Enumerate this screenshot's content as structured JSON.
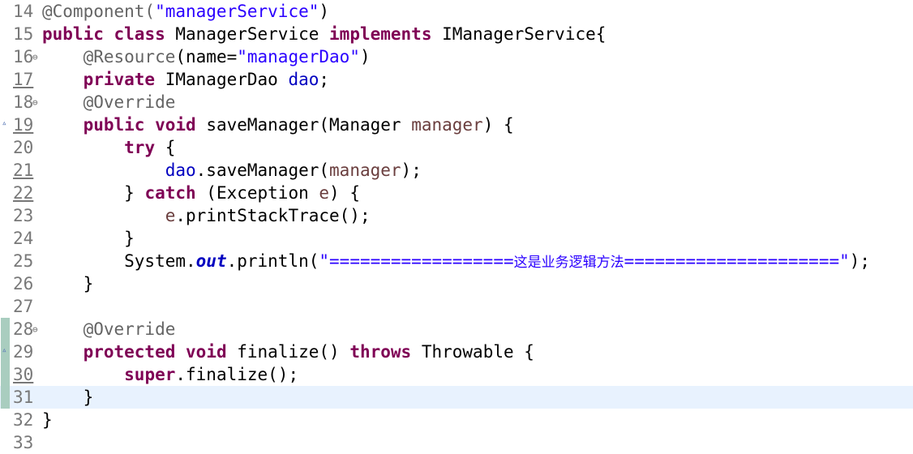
{
  "editor": {
    "lines": [
      {
        "num": "14",
        "current": false,
        "changed": false,
        "underline": false,
        "fold": "",
        "marker": "",
        "tokens": [
          {
            "t": "@Component(",
            "c": "ann"
          },
          {
            "t": "\"managerService\"",
            "c": "str"
          },
          {
            "t": ")",
            "c": ""
          }
        ]
      },
      {
        "num": "15",
        "current": false,
        "changed": false,
        "underline": false,
        "fold": "",
        "marker": "",
        "tokens": [
          {
            "t": "public",
            "c": "kw"
          },
          {
            "t": " ",
            "c": ""
          },
          {
            "t": "class",
            "c": "kw"
          },
          {
            "t": " ManagerService ",
            "c": ""
          },
          {
            "t": "implements",
            "c": "kw"
          },
          {
            "t": " IManagerService{",
            "c": ""
          }
        ]
      },
      {
        "num": "16",
        "current": false,
        "changed": false,
        "underline": false,
        "fold": "⊖",
        "marker": "",
        "tokens": [
          {
            "t": "    ",
            "c": ""
          },
          {
            "t": "@Resource",
            "c": "ann"
          },
          {
            "t": "(name=",
            "c": ""
          },
          {
            "t": "\"managerDao\"",
            "c": "str"
          },
          {
            "t": ")",
            "c": ""
          }
        ]
      },
      {
        "num": "17",
        "current": false,
        "changed": false,
        "underline": true,
        "fold": "",
        "marker": "",
        "tokens": [
          {
            "t": "    ",
            "c": ""
          },
          {
            "t": "private",
            "c": "kw"
          },
          {
            "t": " IManagerDao ",
            "c": ""
          },
          {
            "t": "dao",
            "c": "fld"
          },
          {
            "t": ";",
            "c": ""
          }
        ]
      },
      {
        "num": "18",
        "current": false,
        "changed": false,
        "underline": false,
        "fold": "⊖",
        "marker": "",
        "tokens": [
          {
            "t": "    ",
            "c": ""
          },
          {
            "t": "@Override",
            "c": "ann"
          }
        ]
      },
      {
        "num": "19",
        "current": false,
        "changed": false,
        "underline": true,
        "fold": "",
        "marker": "▵",
        "tokens": [
          {
            "t": "    ",
            "c": ""
          },
          {
            "t": "public",
            "c": "kw"
          },
          {
            "t": " ",
            "c": ""
          },
          {
            "t": "void",
            "c": "kw"
          },
          {
            "t": " saveManager(Manager ",
            "c": ""
          },
          {
            "t": "manager",
            "c": "param"
          },
          {
            "t": ") {",
            "c": ""
          }
        ]
      },
      {
        "num": "20",
        "current": false,
        "changed": false,
        "underline": false,
        "fold": "",
        "marker": "",
        "tokens": [
          {
            "t": "        ",
            "c": ""
          },
          {
            "t": "try",
            "c": "kw"
          },
          {
            "t": " {",
            "c": ""
          }
        ]
      },
      {
        "num": "21",
        "current": false,
        "changed": false,
        "underline": true,
        "fold": "",
        "marker": "",
        "tokens": [
          {
            "t": "            ",
            "c": ""
          },
          {
            "t": "dao",
            "c": "fld"
          },
          {
            "t": ".saveManager(",
            "c": ""
          },
          {
            "t": "manager",
            "c": "param"
          },
          {
            "t": ");",
            "c": ""
          }
        ]
      },
      {
        "num": "22",
        "current": false,
        "changed": false,
        "underline": true,
        "fold": "",
        "marker": "",
        "tokens": [
          {
            "t": "        } ",
            "c": ""
          },
          {
            "t": "catch",
            "c": "kw"
          },
          {
            "t": " (Exception ",
            "c": ""
          },
          {
            "t": "e",
            "c": "param"
          },
          {
            "t": ") {",
            "c": ""
          }
        ]
      },
      {
        "num": "23",
        "current": false,
        "changed": false,
        "underline": false,
        "fold": "",
        "marker": "",
        "tokens": [
          {
            "t": "            ",
            "c": ""
          },
          {
            "t": "e",
            "c": "param"
          },
          {
            "t": ".printStackTrace();",
            "c": ""
          }
        ]
      },
      {
        "num": "24",
        "current": false,
        "changed": false,
        "underline": false,
        "fold": "",
        "marker": "",
        "tokens": [
          {
            "t": "        }",
            "c": ""
          }
        ]
      },
      {
        "num": "25",
        "current": false,
        "changed": false,
        "underline": false,
        "fold": "",
        "marker": "",
        "tokens": [
          {
            "t": "        System.",
            "c": ""
          },
          {
            "t": "out",
            "c": "sfld"
          },
          {
            "t": ".println(",
            "c": ""
          },
          {
            "t": "\"==================",
            "c": "str"
          },
          {
            "t": "这是业务逻辑方法",
            "c": "str cjk"
          },
          {
            "t": "=====================\"",
            "c": "str"
          },
          {
            "t": ");",
            "c": ""
          }
        ]
      },
      {
        "num": "26",
        "current": false,
        "changed": false,
        "underline": false,
        "fold": "",
        "marker": "",
        "tokens": [
          {
            "t": "    }",
            "c": ""
          }
        ]
      },
      {
        "num": "27",
        "current": false,
        "changed": false,
        "underline": false,
        "fold": "",
        "marker": "",
        "tokens": []
      },
      {
        "num": "28",
        "current": false,
        "changed": true,
        "underline": false,
        "fold": "⊖",
        "marker": "",
        "tokens": [
          {
            "t": "    ",
            "c": ""
          },
          {
            "t": "@Override",
            "c": "ann"
          }
        ]
      },
      {
        "num": "29",
        "current": false,
        "changed": true,
        "underline": false,
        "fold": "",
        "marker": "▵",
        "tokens": [
          {
            "t": "    ",
            "c": ""
          },
          {
            "t": "protected",
            "c": "kw"
          },
          {
            "t": " ",
            "c": ""
          },
          {
            "t": "void",
            "c": "kw"
          },
          {
            "t": " finalize() ",
            "c": ""
          },
          {
            "t": "throws",
            "c": "kw"
          },
          {
            "t": " Throwable {",
            "c": ""
          }
        ]
      },
      {
        "num": "30",
        "current": false,
        "changed": true,
        "underline": true,
        "fold": "",
        "marker": "",
        "tokens": [
          {
            "t": "        ",
            "c": ""
          },
          {
            "t": "super",
            "c": "kw"
          },
          {
            "t": ".finalize();",
            "c": ""
          }
        ]
      },
      {
        "num": "31",
        "current": true,
        "changed": true,
        "underline": false,
        "fold": "",
        "marker": "",
        "tokens": [
          {
            "t": "    }",
            "c": ""
          }
        ]
      },
      {
        "num": "32",
        "current": false,
        "changed": false,
        "underline": false,
        "fold": "",
        "marker": "",
        "tokens": [
          {
            "t": "}",
            "c": ""
          }
        ]
      },
      {
        "num": "33",
        "current": false,
        "changed": false,
        "underline": false,
        "fold": "",
        "marker": "",
        "tokens": []
      }
    ]
  }
}
